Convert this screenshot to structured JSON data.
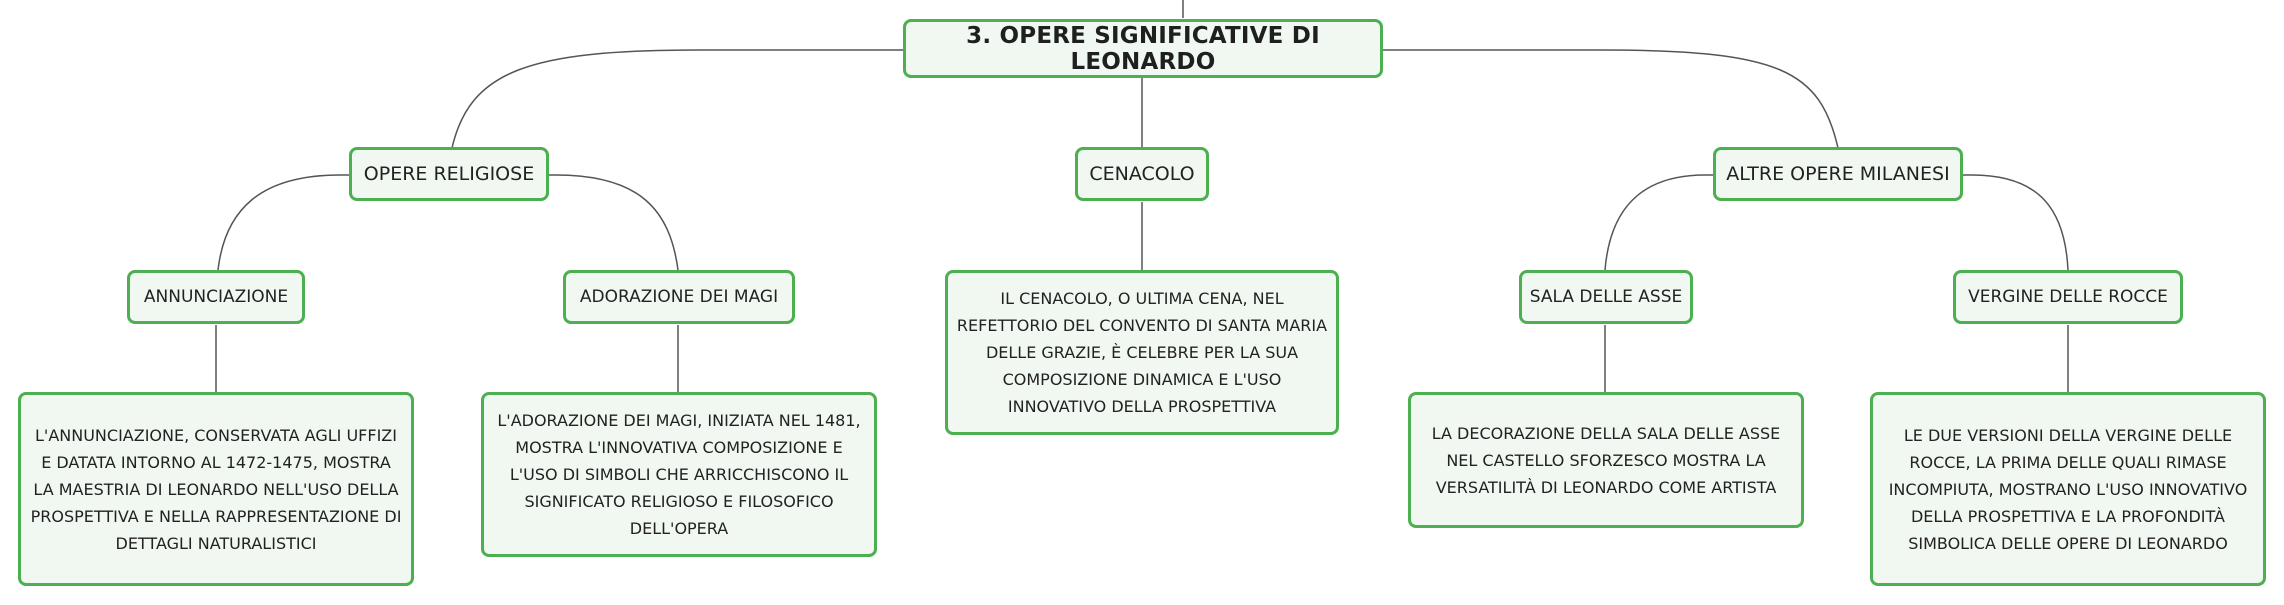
{
  "root": {
    "label": "3. OPERE SIGNIFICATIVE DI LEONARDO"
  },
  "branches": {
    "religiose": {
      "label": "OPERE RELIGIOSE",
      "children": {
        "annunciazione": {
          "label": "ANNUNCIAZIONE",
          "description": "L'ANNUNCIAZIONE, CONSERVATA AGLI UFFIZI E DATATA INTORNO AL 1472-1475, MOSTRA LA MAESTRIA DI LEONARDO NELL'USO DELLA PROSPETTIVA E NELLA RAPPRESENTAZIONE DI DETTAGLI NATURALISTICI"
        },
        "adorazione": {
          "label": "ADORAZIONE DEI MAGI",
          "description": "L'ADORAZIONE DEI MAGI, INIZIATA NEL 1481, MOSTRA L'INNOVATIVA COMPOSIZIONE E L'USO DI SIMBOLI CHE ARRICCHISCONO IL SIGNIFICATO RELIGIOSO E FILOSOFICO DELL'OPERA"
        }
      }
    },
    "cenacolo": {
      "label": "CENACOLO",
      "description": "IL CENACOLO, O ULTIMA CENA, NEL REFETTORIO DEL CONVENTO DI SANTA MARIA DELLE GRAZIE, È CELEBRE PER LA SUA COMPOSIZIONE DINAMICA E L'USO INNOVATIVO DELLA PROSPETTIVA"
    },
    "milanesi": {
      "label": "ALTRE OPERE MILANESI",
      "children": {
        "sala": {
          "label": "SALA DELLE ASSE",
          "description": "LA DECORAZIONE DELLA SALA DELLE ASSE NEL CASTELLO SFORZESCO MOSTRA LA VERSATILITÀ DI LEONARDO COME ARTISTA"
        },
        "vergine": {
          "label": "VERGINE DELLE ROCCE",
          "description": "LE DUE VERSIONI DELLA VERGINE DELLE ROCCE, LA PRIMA DELLE QUALI RIMASE INCOMPIUTA, MOSTRANO L'USO INNOVATIVO DELLA PROSPETTIVA E LA PROFONDITÀ SIMBOLICA DELLE OPERE DI LEONARDO"
        }
      }
    }
  },
  "colors": {
    "node_border": "#4caf50",
    "node_fill": "#f1f8f1",
    "connector": "#555555"
  }
}
